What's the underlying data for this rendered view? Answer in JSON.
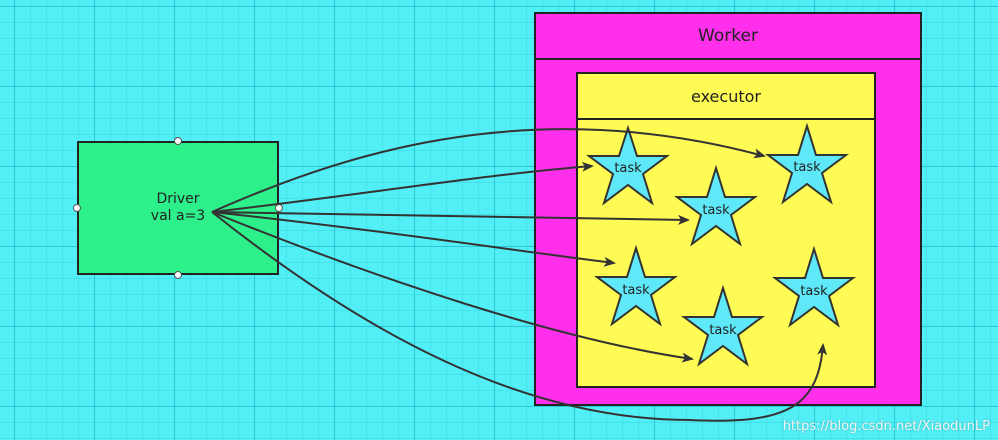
{
  "worker": {
    "label": "Worker"
  },
  "executor": {
    "label": "executor"
  },
  "driver": {
    "line1": "Driver",
    "line2": "val a=3"
  },
  "tasks": [
    {
      "label": "task"
    },
    {
      "label": "task"
    },
    {
      "label": "task"
    },
    {
      "label": "task"
    },
    {
      "label": "task"
    },
    {
      "label": "task"
    }
  ],
  "watermark": "https://blog.csdn.net/XiaodunLP",
  "colors": {
    "background": "#52f0f6",
    "worker": "#ff2fec",
    "executor": "#fffb55",
    "driver": "#2ef08a",
    "task_star": "#5ee8f8"
  }
}
